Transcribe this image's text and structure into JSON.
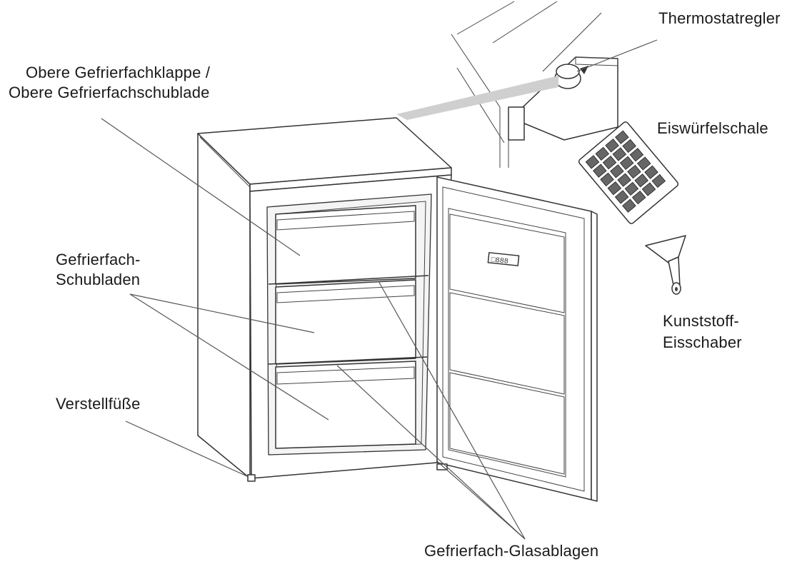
{
  "labels": {
    "top_compartment_line1": "Obere Gefrierfachklappe /",
    "top_compartment_line2": "Obere Gefrierfachschublade",
    "thermostat": "Thermostatregler",
    "ice_tray": "Eiswürfelschale",
    "drawers_line1": "Gefrierfach-",
    "drawers_line2": "Schubladen",
    "scraper_line1": "Kunststoff-",
    "scraper_line2": "Eisschaber",
    "feet": "Verstellfüße",
    "glass_shelves": "Gefrierfach-Glasablagen"
  }
}
